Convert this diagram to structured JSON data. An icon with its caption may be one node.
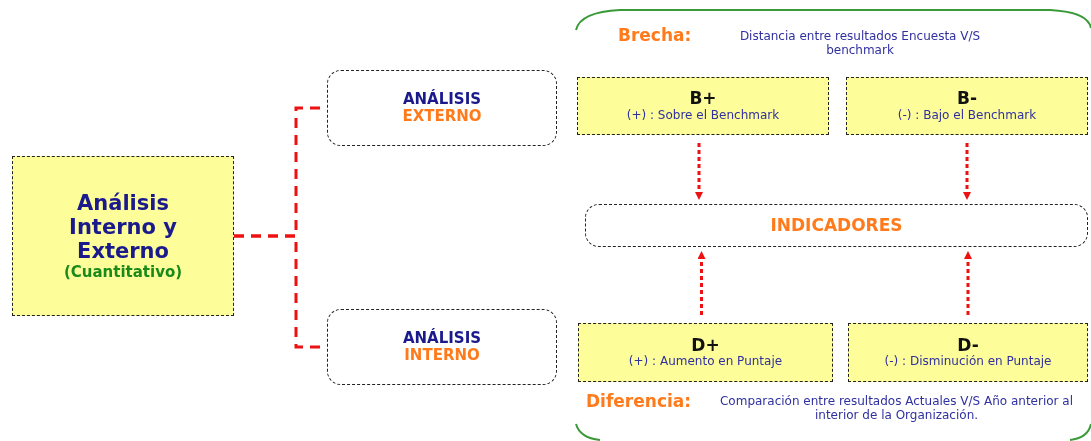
{
  "diagram": {
    "nodes": [
      {
        "text": [
          "Análisis Interno y Externo",
          "(Cuantitativo)"
        ]
      },
      {
        "text": [
          "ANÁLISIS",
          "EXTERNO"
        ]
      },
      {
        "text": [
          "ANÁLISIS",
          "INTERNO"
        ]
      },
      {
        "text": [
          "B+",
          "(+) : Sobre el Benchmark"
        ]
      },
      {
        "text": [
          "B-",
          "(-) : Bajo el Benchmark"
        ]
      },
      {
        "text": [
          "INDICADORES"
        ]
      },
      {
        "text": [
          "D+",
          "(+) : Aumento en Puntaje"
        ]
      },
      {
        "text": [
          "D-",
          "(-) : Disminución en Puntaje"
        ]
      }
    ],
    "edges": [
      {
        "from": 0,
        "to": 1,
        "arrow": "none"
      },
      {
        "from": 0,
        "to": 2,
        "arrow": "none"
      },
      {
        "from": 3,
        "to": 5,
        "arrow": "to"
      },
      {
        "from": 4,
        "to": 5,
        "arrow": "to"
      },
      {
        "from": 6,
        "to": 5,
        "arrow": "to"
      },
      {
        "from": 7,
        "to": 5,
        "arrow": "to"
      }
    ],
    "labels": [
      "Brecha:",
      "Distancia entre resultados Encuesta V/S benchmark",
      "Diferencia:",
      "Comparación entre resultados Actuales V/S Año anterior al interior de la Organización."
    ]
  }
}
